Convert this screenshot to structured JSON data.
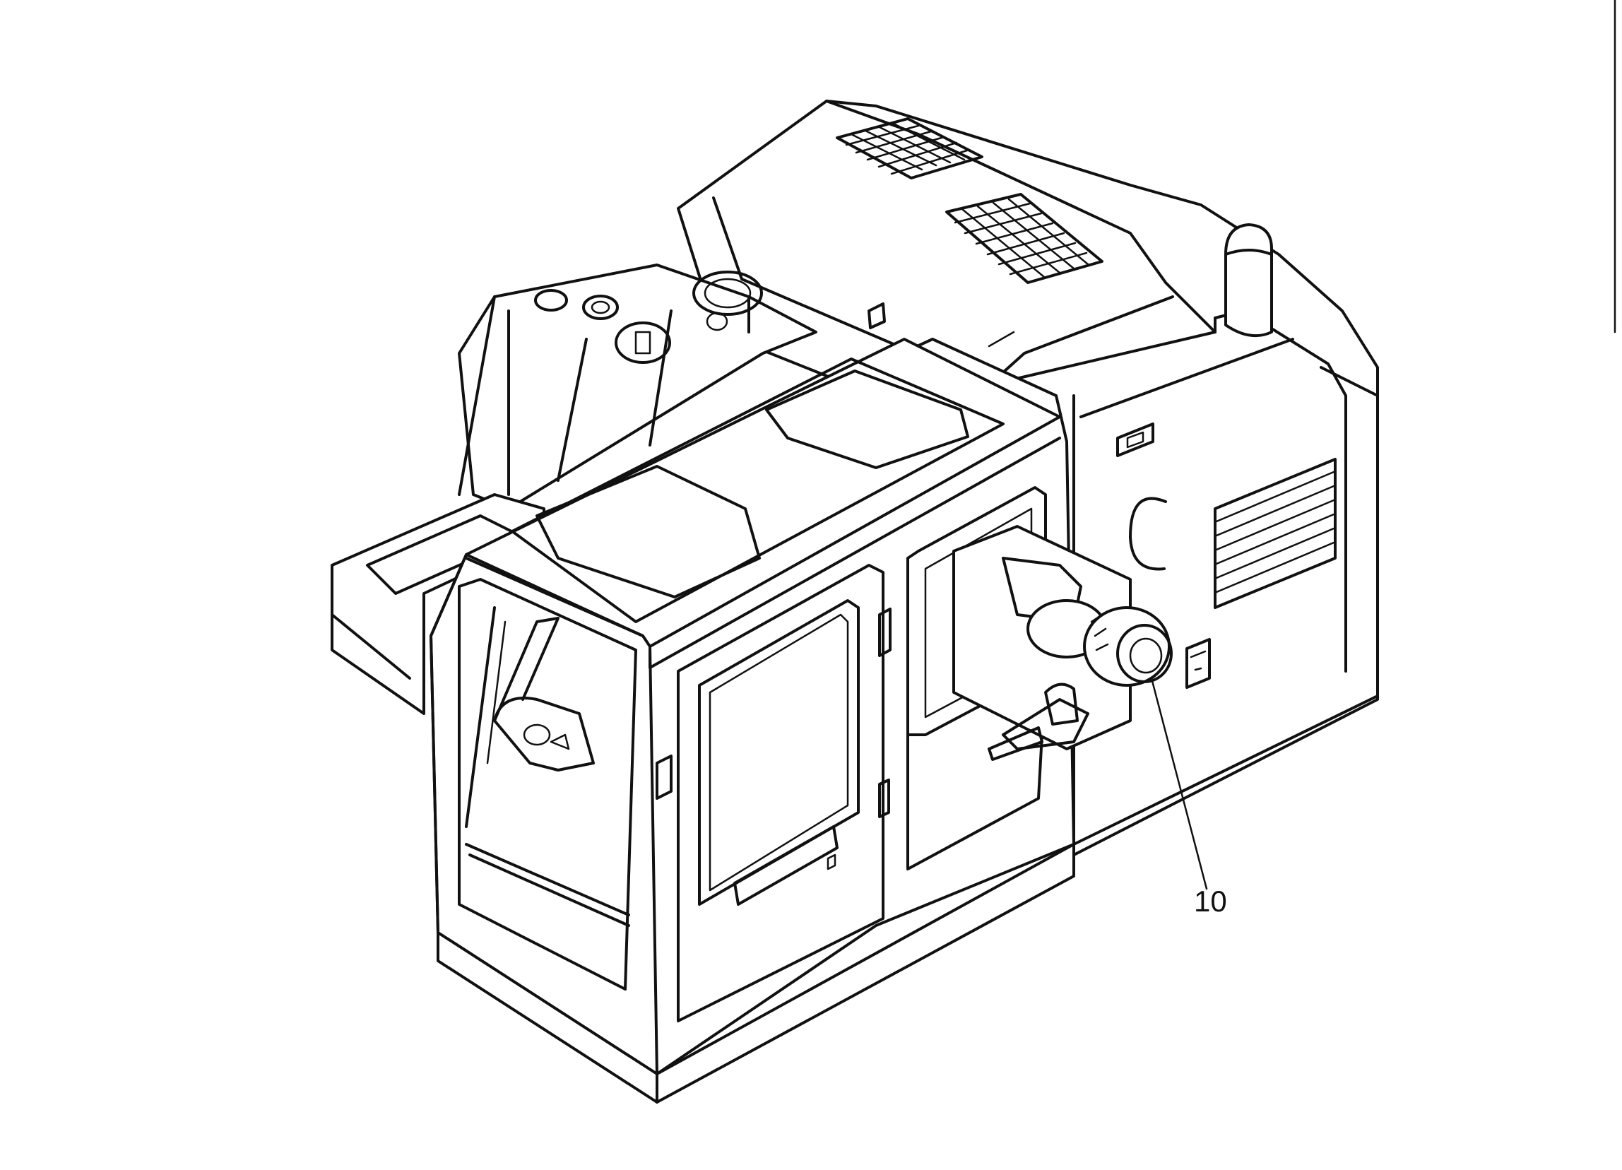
{
  "figure": {
    "subject": "cab-and-upper-structure-isometric",
    "callouts": [
      {
        "label": "10",
        "part": "cab-side-mounted-unit"
      }
    ]
  },
  "colors": {
    "ink": "#111111",
    "paper": "#ffffff"
  }
}
